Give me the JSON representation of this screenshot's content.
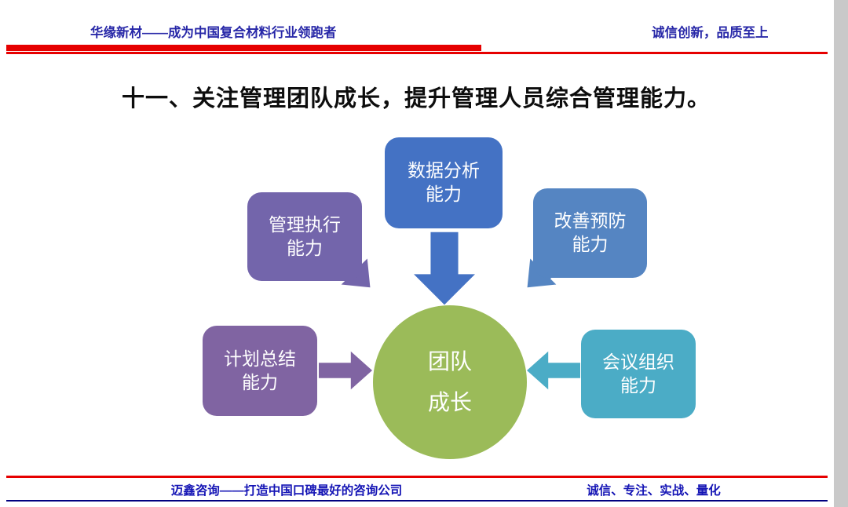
{
  "slide": {
    "header": {
      "left_brand": "华缘新材——成为中国复合材料行业领跑者",
      "right_slogan": "诚信创新，品质至上"
    },
    "title": "十一、关注管理团队成长，提升管理人员综合管理能力。",
    "footer": {
      "left": "迈鑫咨询——打造中国口碑最好的咨询公司",
      "right": "诚信、专注、实战、量化"
    }
  },
  "diagram": {
    "center": {
      "line1": "团队",
      "line2": "成长",
      "color": "#9BBB59"
    },
    "nodes": {
      "top": {
        "line1": "数据分析",
        "line2": "能力",
        "color": "#4472C4"
      },
      "upper_left": {
        "line1": "管理执行",
        "line2": "能力",
        "color": "#7365AB"
      },
      "upper_right": {
        "line1": "改善预防",
        "line2": "能力",
        "color": "#5585C2"
      },
      "mid_left": {
        "line1": "计划总结",
        "line2": "能力",
        "color": "#8064A2"
      },
      "mid_right": {
        "line1": "会议组织",
        "line2": "能力",
        "color": "#4BACC6"
      }
    },
    "arrows": {
      "down": "#4472C4",
      "bent_left": "#7365AB",
      "bent_right": "#5585C2",
      "right": "#8064A2",
      "left": "#4BACC6"
    }
  },
  "colors": {
    "accent_red": "#E60000",
    "header_blue": "#2828A8",
    "footer_blue": "#1515B5",
    "navy_line": "#000080"
  }
}
